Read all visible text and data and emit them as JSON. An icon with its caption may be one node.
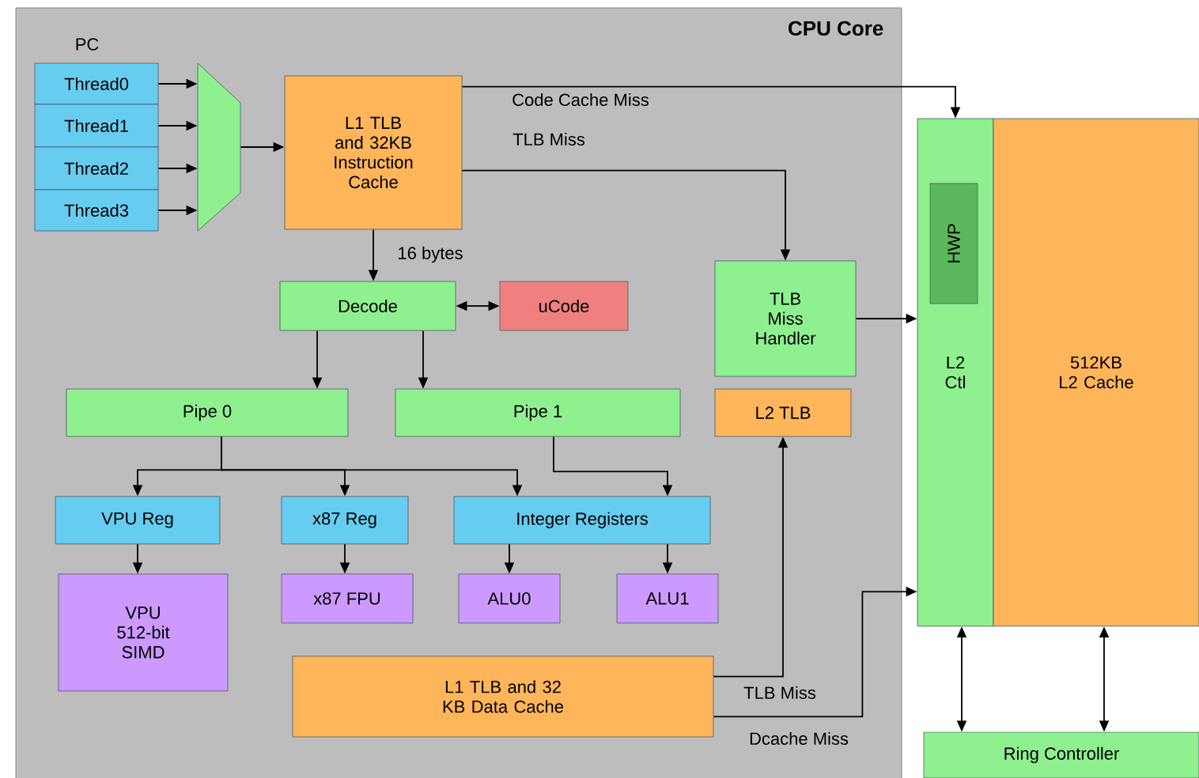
{
  "diagram": {
    "title": "CPU Core",
    "nodes": [
      {
        "text": [],
        "shape": "box"
      },
      {
        "text": [
          "Thread0"
        ],
        "in": 0
      },
      {
        "text": [
          "Thread1"
        ],
        "in": 0
      },
      {
        "text": [
          "Thread2"
        ],
        "in": 0
      },
      {
        "text": [
          "Thread3"
        ],
        "in": 0
      },
      {
        "text": [],
        "shape": "trapezoid",
        "in": 0
      },
      {
        "text": [
          "L1 TLB and 32KB Instruction Cache"
        ],
        "in": 0
      },
      {
        "text": [
          "Decode"
        ],
        "in": 0
      },
      {
        "text": [
          "uCode"
        ],
        "in": 0
      },
      {
        "text": [
          "TLB Miss Handler"
        ],
        "in": 0
      },
      {
        "text": [
          "Pipe 0"
        ],
        "in": 0
      },
      {
        "text": [
          "Pipe 1"
        ],
        "in": 0
      },
      {
        "text": [
          "L2 TLB"
        ],
        "in": 0
      },
      {
        "text": [
          "VPU Reg"
        ],
        "in": 0
      },
      {
        "text": [
          "x87 Reg"
        ],
        "in": 0
      },
      {
        "text": [
          "Integer Registers"
        ],
        "in": 0
      },
      {
        "text": [
          "VPU 512-bit SIMD"
        ],
        "in": 0
      },
      {
        "text": [
          "x87 FPU"
        ],
        "in": 0
      },
      {
        "text": [
          "ALU0"
        ],
        "in": 0
      },
      {
        "text": [
          "ALU1"
        ],
        "in": 0
      },
      {
        "text": [
          "L1 TLB and 32 KB Data Cache"
        ],
        "in": 0
      },
      {
        "text": [
          "L2 Ctl"
        ]
      },
      {
        "text": [
          "HWP"
        ],
        "in": 21
      },
      {
        "text": [
          "512KB L2 Cache"
        ]
      },
      {
        "text": [
          "Ring Controller"
        ]
      }
    ],
    "edges": [
      {
        "from": 1,
        "to": 5,
        "arrow": "to"
      },
      {
        "from": 2,
        "to": 5,
        "arrow": "to"
      },
      {
        "from": 3,
        "to": 5,
        "arrow": "to"
      },
      {
        "from": 4,
        "to": 5,
        "arrow": "to"
      },
      {
        "from": 5,
        "to": 6,
        "arrow": "to"
      },
      {
        "from": 6,
        "to": 21,
        "arrow": "to",
        "label": "Code Cache Miss"
      },
      {
        "from": 6,
        "to": 9,
        "arrow": "to",
        "label": "TLB Miss"
      },
      {
        "from": 6,
        "to": 7,
        "arrow": "to",
        "label": "16 bytes"
      },
      {
        "from": 7,
        "to": 8,
        "arrow": "both"
      },
      {
        "from": 7,
        "to": 10,
        "arrow": "to"
      },
      {
        "from": 7,
        "to": 11,
        "arrow": "to"
      },
      {
        "from": 10,
        "to": 13,
        "arrow": "to"
      },
      {
        "from": 10,
        "to": 14,
        "arrow": "to"
      },
      {
        "from": 10,
        "to": 15,
        "arrow": "to"
      },
      {
        "from": 11,
        "to": 15,
        "arrow": "to"
      },
      {
        "from": 13,
        "to": 16,
        "arrow": "to"
      },
      {
        "from": 14,
        "to": 17,
        "arrow": "to"
      },
      {
        "from": 15,
        "to": 18,
        "arrow": "to"
      },
      {
        "from": 15,
        "to": 19,
        "arrow": "to"
      },
      {
        "from": 9,
        "to": 21,
        "arrow": "to"
      },
      {
        "from": 20,
        "to": 12,
        "arrow": "to",
        "label": "TLB Miss"
      },
      {
        "from": 20,
        "to": 21,
        "arrow": "to",
        "label": "Dcache Miss"
      },
      {
        "from": 21,
        "to": 24,
        "arrow": "both"
      },
      {
        "from": 23,
        "to": 24,
        "arrow": "both"
      }
    ],
    "labels": [
      "PC"
    ]
  }
}
